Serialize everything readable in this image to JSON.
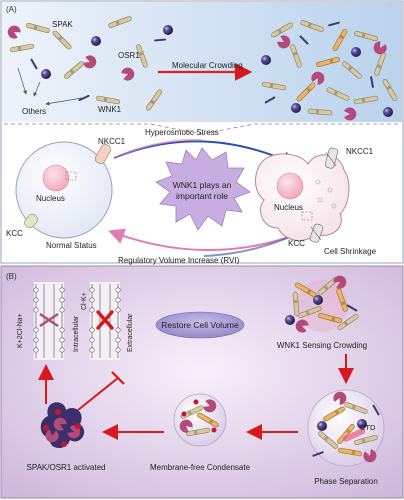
{
  "panel_a": {
    "letter": "(A)",
    "labels": {
      "spak": "SPAK",
      "osr1": "OSR1",
      "wnk1": "WNK1",
      "others": "Others",
      "molecular_crowding": "Molecular Crowding"
    },
    "cell_diagram": {
      "hyperosmotic_stress": "Hyperosmotic Stress",
      "rvi": "Regulatory Volume Increase (RVI)",
      "center_text_lines": [
        "WNK1 plays an",
        "important role"
      ],
      "left_cell": {
        "nkcc1": "NKCC1",
        "nucleus": "Nucleus",
        "kcc": "KCC",
        "status": "Normal Status"
      },
      "right_cell": {
        "nkcc1": "NKCC1",
        "nucleus": "Nucleus",
        "kcc": "KCC",
        "status": "Cell Shrinkage"
      }
    }
  },
  "panel_b": {
    "letter": "(B)",
    "restore": "Restore Cell Volume",
    "wnk1_sensing": "WNK1 Sensing Crowding",
    "phase_separation": "Phase Separation",
    "ctd": "CTD",
    "condensate": "Membrane-free Condensate",
    "spak_osr1": "SPAK/OSR1 activated",
    "membrane": {
      "ions_left": "K+2Cl-Na+",
      "ions_right": "Cl-K+",
      "intracellular": "Intracellular",
      "extracellular": "Extracellular"
    }
  },
  "colors": {
    "panel_a_top_bg": "#cfe2f3",
    "panel_b_bg": "#e3d3ea",
    "crowding_arrow": "#e02020",
    "red_arrows": "#d7191c",
    "blue_arrow": "#2a52a8",
    "pink_arrow": "#e07bb4",
    "burst": "#c8aee0",
    "spak_purple": "#3b2f6b",
    "osr1_pink": "#b5497a",
    "wnk1_tan": "#d8c9a3",
    "restore_ellipse": "#a99ad0"
  }
}
